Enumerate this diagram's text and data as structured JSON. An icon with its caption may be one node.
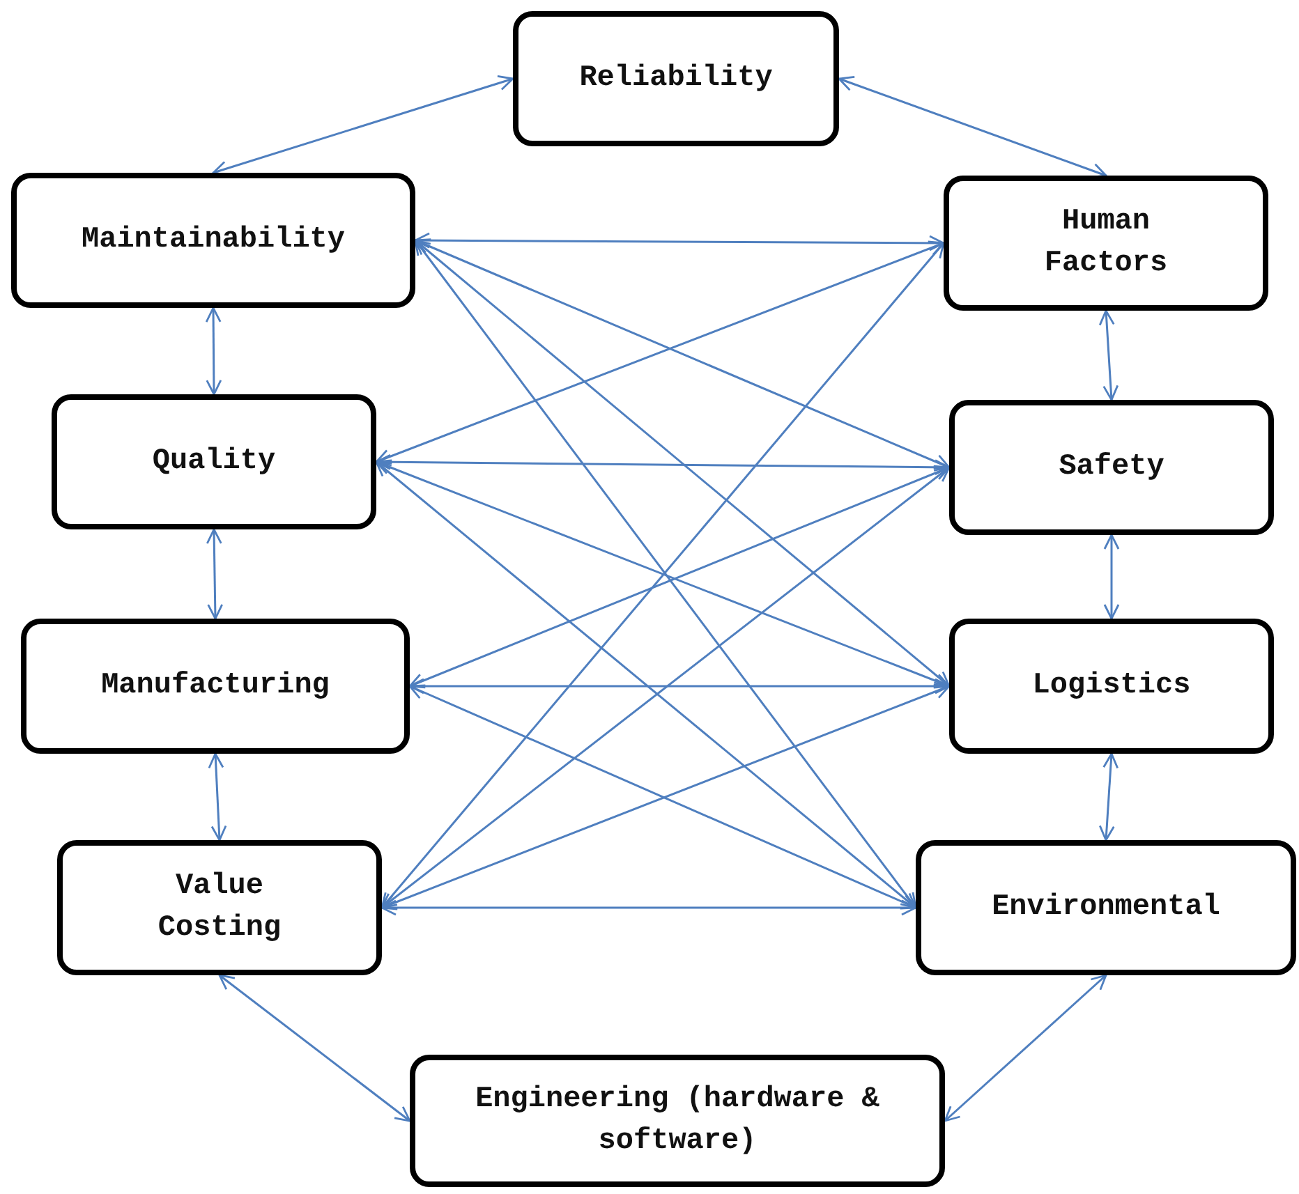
{
  "diagram": {
    "nodes": [
      {
        "text": [
          "Reliability"
        ]
      },
      {
        "text": [
          "Maintainability"
        ]
      },
      {
        "text": [
          "Human Factors"
        ]
      },
      {
        "text": [
          "Quality"
        ]
      },
      {
        "text": [
          "Safety"
        ]
      },
      {
        "text": [
          "Manufacturing"
        ]
      },
      {
        "text": [
          "Logistics"
        ]
      },
      {
        "text": [
          "Value Costing"
        ]
      },
      {
        "text": [
          "Environmental"
        ]
      },
      {
        "text": [
          "Engineering (hardware & software)"
        ]
      }
    ],
    "edges": [
      {
        "from": 0,
        "to": 1,
        "arrow": "both"
      },
      {
        "from": 0,
        "to": 2,
        "arrow": "both"
      },
      {
        "from": 1,
        "to": 3,
        "arrow": "both"
      },
      {
        "from": 3,
        "to": 5,
        "arrow": "both"
      },
      {
        "from": 5,
        "to": 7,
        "arrow": "both"
      },
      {
        "from": 2,
        "to": 4,
        "arrow": "both"
      },
      {
        "from": 4,
        "to": 6,
        "arrow": "both"
      },
      {
        "from": 6,
        "to": 8,
        "arrow": "both"
      },
      {
        "from": 7,
        "to": 9,
        "arrow": "both"
      },
      {
        "from": 8,
        "to": 9,
        "arrow": "both"
      },
      {
        "from": 1,
        "to": 2,
        "arrow": "both"
      },
      {
        "from": 1,
        "to": 4,
        "arrow": "both"
      },
      {
        "from": 1,
        "to": 6,
        "arrow": "both"
      },
      {
        "from": 1,
        "to": 8,
        "arrow": "both"
      },
      {
        "from": 3,
        "to": 2,
        "arrow": "both"
      },
      {
        "from": 3,
        "to": 4,
        "arrow": "both"
      },
      {
        "from": 3,
        "to": 6,
        "arrow": "both"
      },
      {
        "from": 3,
        "to": 8,
        "arrow": "both"
      },
      {
        "from": 5,
        "to": 4,
        "arrow": "both"
      },
      {
        "from": 5,
        "to": 6,
        "arrow": "both"
      },
      {
        "from": 5,
        "to": 8,
        "arrow": "both"
      },
      {
        "from": 7,
        "to": 2,
        "arrow": "both"
      },
      {
        "from": 7,
        "to": 4,
        "arrow": "both"
      },
      {
        "from": 7,
        "to": 6,
        "arrow": "both"
      },
      {
        "from": 7,
        "to": 8,
        "arrow": "both"
      }
    ]
  }
}
